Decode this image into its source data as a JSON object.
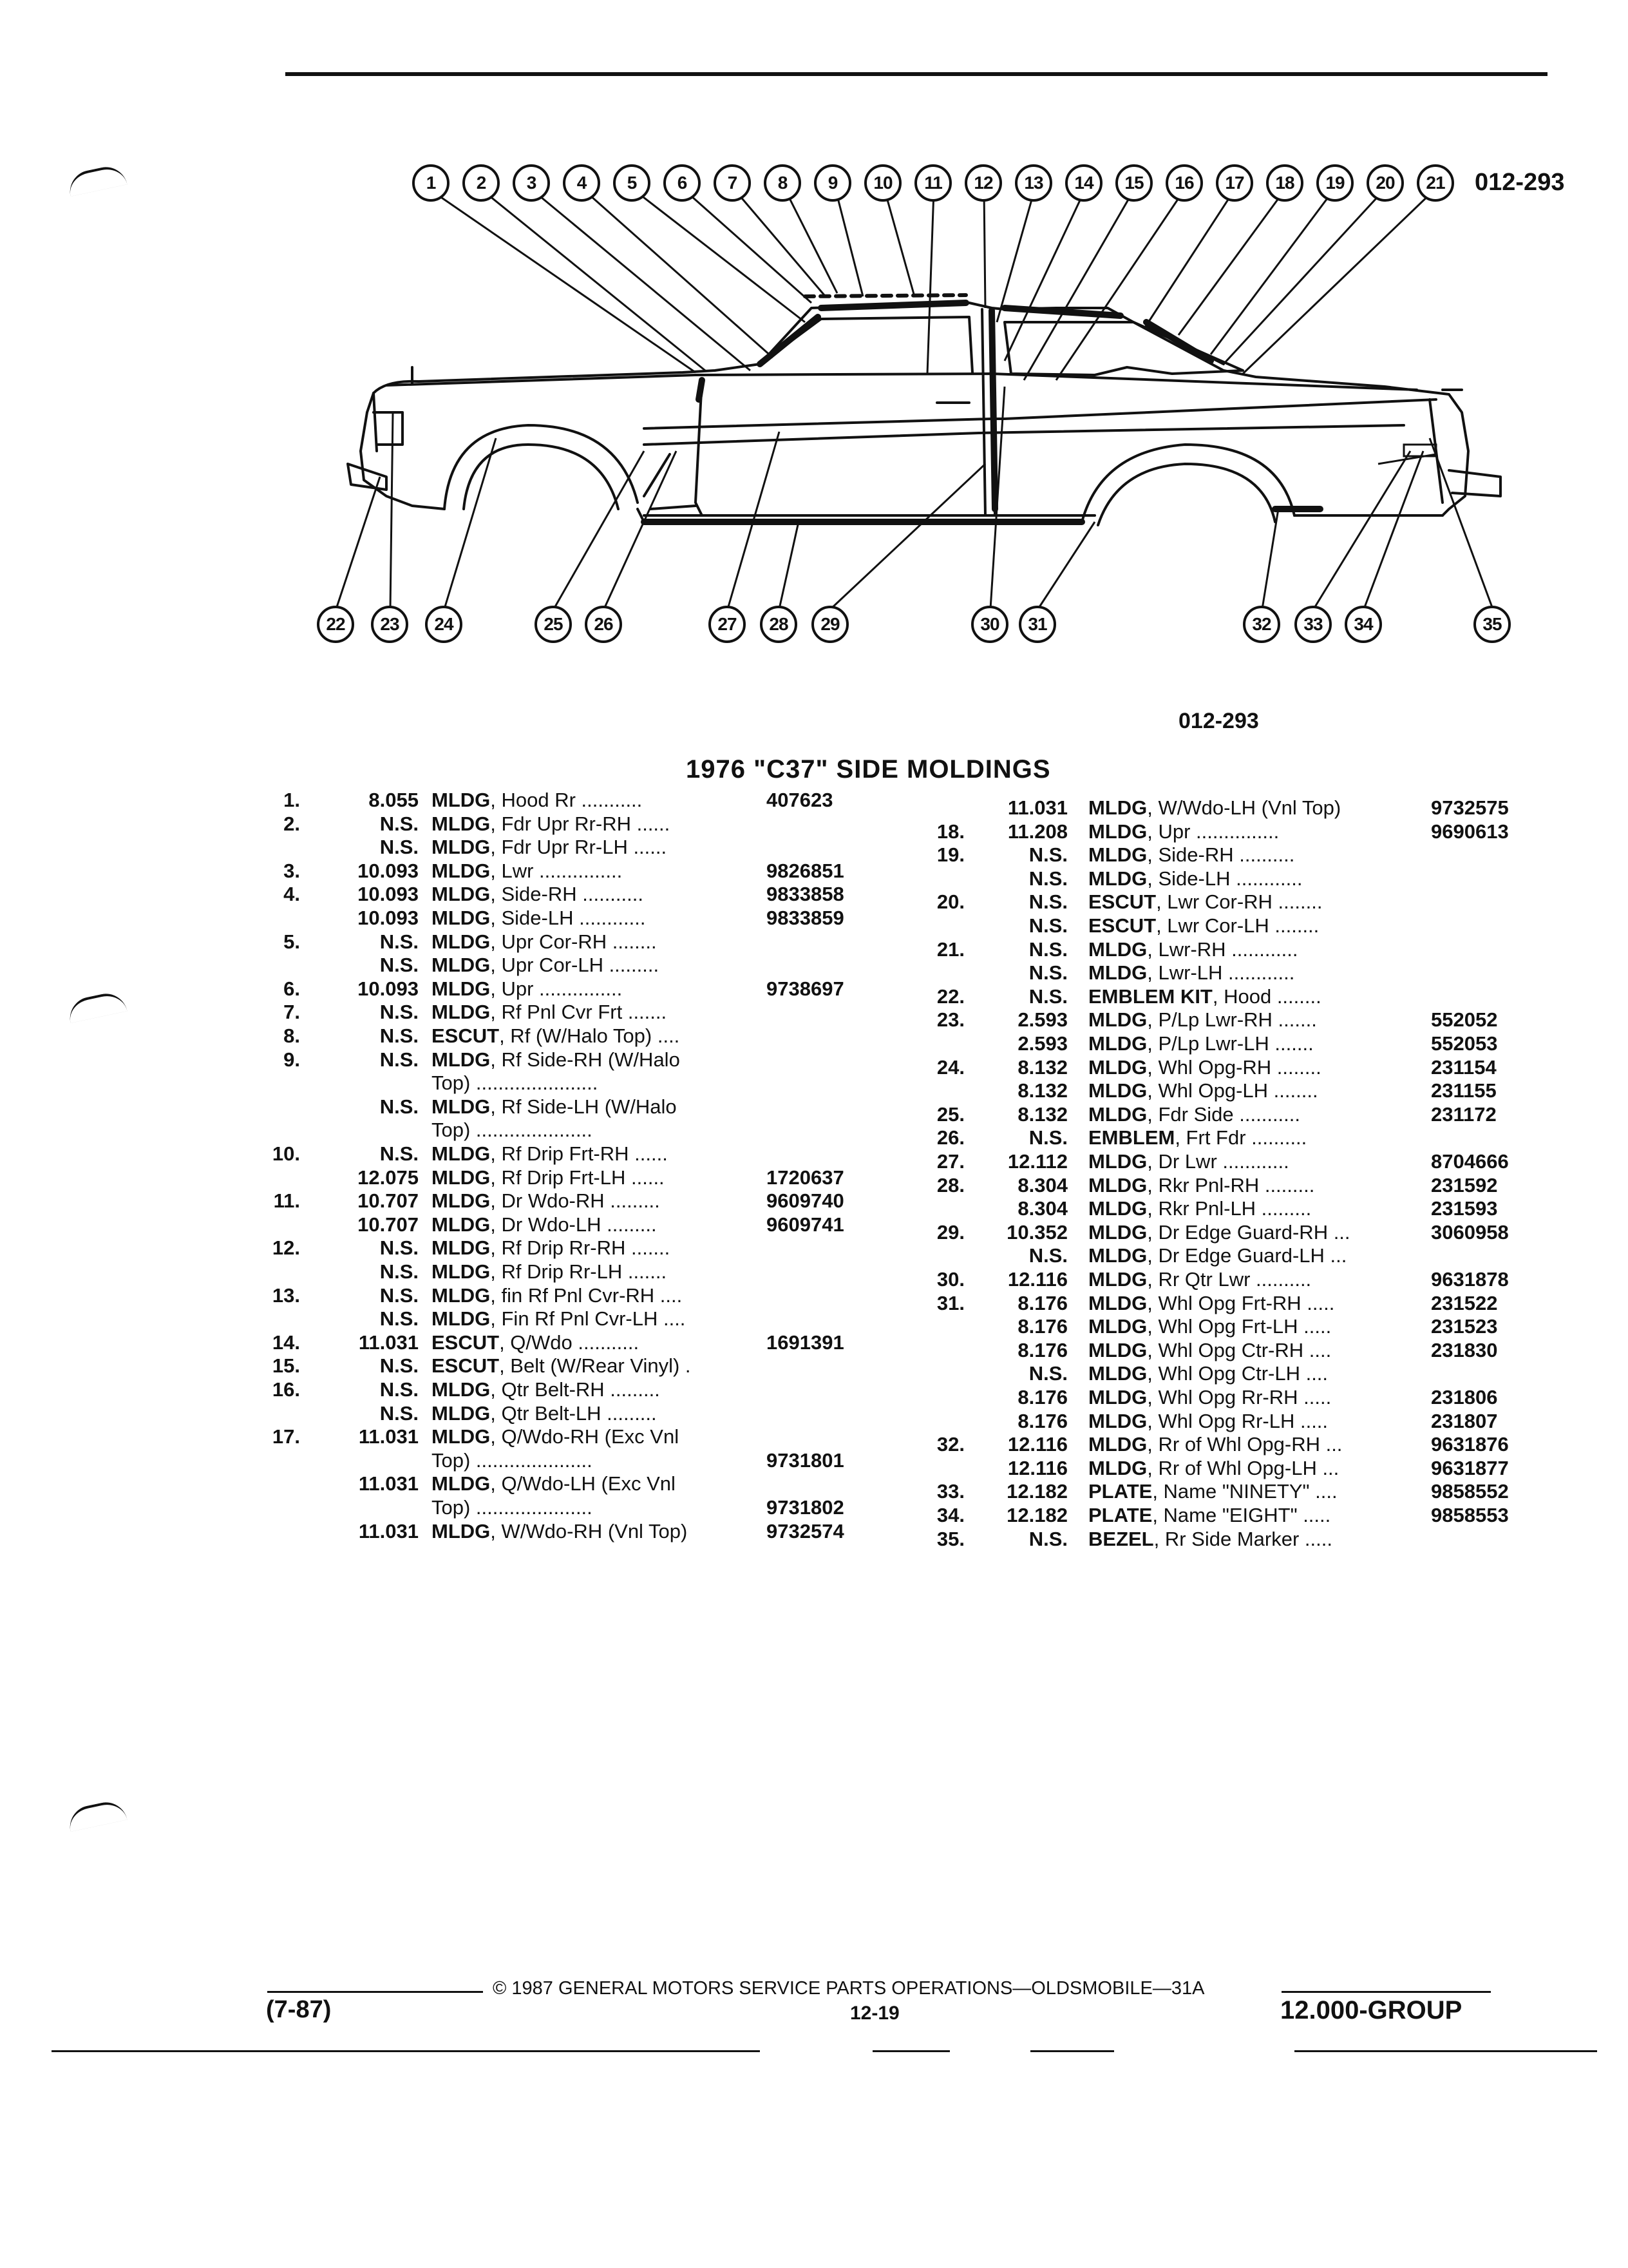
{
  "diagram": {
    "code_top": "012-293",
    "code_bottom": "012-293",
    "callouts_top": [
      "1",
      "2",
      "3",
      "4",
      "5",
      "6",
      "7",
      "8",
      "9",
      "10",
      "11",
      "12",
      "13",
      "14",
      "15",
      "16",
      "17",
      "18",
      "19",
      "20",
      "21"
    ],
    "callouts_bottom": [
      "22",
      "23",
      "24",
      "25",
      "26",
      "27",
      "28",
      "29",
      "30",
      "31",
      "32",
      "33",
      "34",
      "35"
    ]
  },
  "title": "1976 \"C37\" SIDE MOLDINGS",
  "parts_left": [
    {
      "no": "1.",
      "group": "8.055",
      "type": "MLDG",
      "desc": ", Hood Rr ...........",
      "pn": "407623"
    },
    {
      "no": "2.",
      "group": "N.S.",
      "type": "MLDG",
      "desc": ", Fdr Upr Rr-RH ......",
      "pn": ""
    },
    {
      "no": "",
      "group": "N.S.",
      "type": "MLDG",
      "desc": ", Fdr Upr Rr-LH ......",
      "pn": ""
    },
    {
      "no": "3.",
      "group": "10.093",
      "type": "MLDG",
      "desc": ", Lwr ...............",
      "pn": "9826851"
    },
    {
      "no": "4.",
      "group": "10.093",
      "type": "MLDG",
      "desc": ", Side-RH ...........",
      "pn": "9833858"
    },
    {
      "no": "",
      "group": "10.093",
      "type": "MLDG",
      "desc": ", Side-LH ............",
      "pn": "9833859"
    },
    {
      "no": "5.",
      "group": "N.S.",
      "type": "MLDG",
      "desc": ", Upr Cor-RH ........",
      "pn": ""
    },
    {
      "no": "",
      "group": "N.S.",
      "type": "MLDG",
      "desc": ", Upr Cor-LH .........",
      "pn": ""
    },
    {
      "no": "6.",
      "group": "10.093",
      "type": "MLDG",
      "desc": ", Upr ...............",
      "pn": "9738697"
    },
    {
      "no": "7.",
      "group": "N.S.",
      "type": "MLDG",
      "desc": ", Rf Pnl Cvr Frt .......",
      "pn": ""
    },
    {
      "no": "8.",
      "group": "N.S.",
      "type": "ESCUT",
      "desc": ", Rf (W/Halo Top) ....",
      "pn": ""
    },
    {
      "no": "9.",
      "group": "N.S.",
      "type": "MLDG",
      "desc": ", Rf Side-RH (W/Halo",
      "pn": ""
    },
    {
      "no": "",
      "group": "",
      "type": "",
      "desc": "Top) ......................",
      "pn": ""
    },
    {
      "no": "",
      "group": "N.S.",
      "type": "MLDG",
      "desc": ", Rf Side-LH (W/Halo",
      "pn": ""
    },
    {
      "no": "",
      "group": "",
      "type": "",
      "desc": "Top) .....................",
      "pn": ""
    },
    {
      "no": "10.",
      "group": "N.S.",
      "type": "MLDG",
      "desc": ", Rf Drip Frt-RH ......",
      "pn": ""
    },
    {
      "no": "",
      "group": "12.075",
      "type": "MLDG",
      "desc": ", Rf Drip Frt-LH ......",
      "pn": "1720637"
    },
    {
      "no": "11.",
      "group": "10.707",
      "type": "MLDG",
      "desc": ", Dr Wdo-RH .........",
      "pn": "9609740"
    },
    {
      "no": "",
      "group": "10.707",
      "type": "MLDG",
      "desc": ", Dr Wdo-LH .........",
      "pn": "9609741"
    },
    {
      "no": "12.",
      "group": "N.S.",
      "type": "MLDG",
      "desc": ", Rf Drip Rr-RH .......",
      "pn": ""
    },
    {
      "no": "",
      "group": "N.S.",
      "type": "MLDG",
      "desc": ", Rf Drip Rr-LH .......",
      "pn": ""
    },
    {
      "no": "13.",
      "group": "N.S.",
      "type": "MLDG",
      "desc": ", fin Rf Pnl Cvr-RH ....",
      "pn": ""
    },
    {
      "no": "",
      "group": "N.S.",
      "type": "MLDG",
      "desc": ", Fin Rf Pnl Cvr-LH ....",
      "pn": ""
    },
    {
      "no": "14.",
      "group": "11.031",
      "type": "ESCUT",
      "desc": ", Q/Wdo ...........",
      "pn": "1691391"
    },
    {
      "no": "15.",
      "group": "N.S.",
      "type": "ESCUT",
      "desc": ", Belt (W/Rear Vinyl) .",
      "pn": ""
    },
    {
      "no": "16.",
      "group": "N.S.",
      "type": "MLDG",
      "desc": ", Qtr Belt-RH .........",
      "pn": ""
    },
    {
      "no": "",
      "group": "N.S.",
      "type": "MLDG",
      "desc": ", Qtr Belt-LH .........",
      "pn": ""
    },
    {
      "no": "17.",
      "group": "11.031",
      "type": "MLDG",
      "desc": ", Q/Wdo-RH (Exc Vnl",
      "pn": ""
    },
    {
      "no": "",
      "group": "",
      "type": "",
      "desc": "Top) .....................",
      "pn": "9731801"
    },
    {
      "no": "",
      "group": "11.031",
      "type": "MLDG",
      "desc": ", Q/Wdo-LH (Exc Vnl",
      "pn": ""
    },
    {
      "no": "",
      "group": "",
      "type": "",
      "desc": "Top) .....................",
      "pn": "9731802"
    },
    {
      "no": "",
      "group": "11.031",
      "type": "MLDG",
      "desc": ", W/Wdo-RH (Vnl Top)",
      "pn": "9732574"
    }
  ],
  "parts_right": [
    {
      "no": "",
      "group": "11.031",
      "type": "MLDG",
      "desc": ", W/Wdo-LH (Vnl Top)",
      "pn": "9732575"
    },
    {
      "no": "18.",
      "group": "11.208",
      "type": "MLDG",
      "desc": ", Upr ...............",
      "pn": "9690613"
    },
    {
      "no": "19.",
      "group": "N.S.",
      "type": "MLDG",
      "desc": ", Side-RH ..........",
      "pn": ""
    },
    {
      "no": "",
      "group": "N.S.",
      "type": "MLDG",
      "desc": ", Side-LH ............",
      "pn": ""
    },
    {
      "no": "20.",
      "group": "N.S.",
      "type": "ESCUT",
      "desc": ", Lwr Cor-RH ........",
      "pn": ""
    },
    {
      "no": "",
      "group": "N.S.",
      "type": "ESCUT",
      "desc": ", Lwr Cor-LH ........",
      "pn": ""
    },
    {
      "no": "21.",
      "group": "N.S.",
      "type": "MLDG",
      "desc": ", Lwr-RH ............",
      "pn": ""
    },
    {
      "no": "",
      "group": "N.S.",
      "type": "MLDG",
      "desc": ", Lwr-LH ............",
      "pn": ""
    },
    {
      "no": "22.",
      "group": "N.S.",
      "type": "EMBLEM KIT",
      "desc": ", Hood ........",
      "pn": ""
    },
    {
      "no": "23.",
      "group": "2.593",
      "type": "MLDG",
      "desc": ", P/Lp Lwr-RH .......",
      "pn": "552052"
    },
    {
      "no": "",
      "group": "2.593",
      "type": "MLDG",
      "desc": ", P/Lp Lwr-LH .......",
      "pn": "552053"
    },
    {
      "no": "24.",
      "group": "8.132",
      "type": "MLDG",
      "desc": ", Whl Opg-RH ........",
      "pn": "231154"
    },
    {
      "no": "",
      "group": "8.132",
      "type": "MLDG",
      "desc": ", Whl Opg-LH ........",
      "pn": "231155"
    },
    {
      "no": "25.",
      "group": "8.132",
      "type": "MLDG",
      "desc": ", Fdr Side ...........",
      "pn": "231172"
    },
    {
      "no": "26.",
      "group": "N.S.",
      "type": "EMBLEM",
      "desc": ", Frt Fdr ..........",
      "pn": ""
    },
    {
      "no": "27.",
      "group": "12.112",
      "type": "MLDG",
      "desc": ", Dr Lwr ............",
      "pn": "8704666"
    },
    {
      "no": "28.",
      "group": "8.304",
      "type": "MLDG",
      "desc": ", Rkr Pnl-RH .........",
      "pn": "231592"
    },
    {
      "no": "",
      "group": "8.304",
      "type": "MLDG",
      "desc": ", Rkr Pnl-LH .........",
      "pn": "231593"
    },
    {
      "no": "29.",
      "group": "10.352",
      "type": "MLDG",
      "desc": ", Dr Edge Guard-RH ...",
      "pn": "3060958"
    },
    {
      "no": "",
      "group": "N.S.",
      "type": "MLDG",
      "desc": ", Dr Edge Guard-LH ...",
      "pn": ""
    },
    {
      "no": "30.",
      "group": "12.116",
      "type": "MLDG",
      "desc": ", Rr Qtr Lwr ..........",
      "pn": "9631878"
    },
    {
      "no": "31.",
      "group": "8.176",
      "type": "MLDG",
      "desc": ", Whl Opg Frt-RH .....",
      "pn": "231522"
    },
    {
      "no": "",
      "group": "8.176",
      "type": "MLDG",
      "desc": ", Whl Opg Frt-LH .....",
      "pn": "231523"
    },
    {
      "no": "",
      "group": "8.176",
      "type": "MLDG",
      "desc": ", Whl Opg Ctr-RH ....",
      "pn": "231830"
    },
    {
      "no": "",
      "group": "N.S.",
      "type": "MLDG",
      "desc": ", Whl Opg Ctr-LH ....",
      "pn": ""
    },
    {
      "no": "",
      "group": "8.176",
      "type": "MLDG",
      "desc": ", Whl Opg Rr-RH .....",
      "pn": "231806"
    },
    {
      "no": "",
      "group": "8.176",
      "type": "MLDG",
      "desc": ", Whl Opg Rr-LH .....",
      "pn": "231807"
    },
    {
      "no": "32.",
      "group": "12.116",
      "type": "MLDG",
      "desc": ", Rr of Whl Opg-RH ...",
      "pn": "9631876"
    },
    {
      "no": "",
      "group": "12.116",
      "type": "MLDG",
      "desc": ", Rr of Whl Opg-LH ...",
      "pn": "9631877"
    },
    {
      "no": "33.",
      "group": "12.182",
      "type": "PLATE",
      "desc": ", Name \"NINETY\" ....",
      "pn": "9858552"
    },
    {
      "no": "34.",
      "group": "12.182",
      "type": "PLATE",
      "desc": ", Name \"EIGHT\" .....",
      "pn": "9858553"
    },
    {
      "no": "35.",
      "group": "N.S.",
      "type": "BEZEL",
      "desc": ", Rr Side Marker .....",
      "pn": ""
    }
  ],
  "footer": {
    "date": "(7-87)",
    "copyright": "© 1987 GENERAL MOTORS SERVICE PARTS OPERATIONS—OLDSMOBILE—31A",
    "page": "12-19",
    "group": "12.000-GROUP"
  }
}
